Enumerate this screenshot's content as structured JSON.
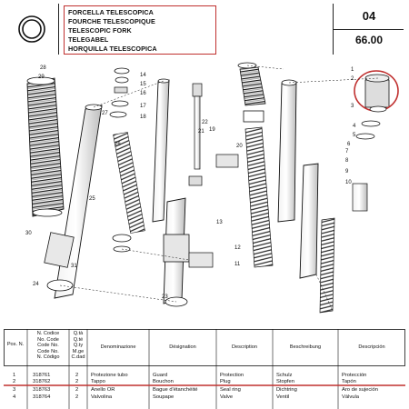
{
  "header": {
    "titles": [
      "FORCELLA TELESCOPICA",
      "FOURCHE TELESCOPIQUE",
      "TELESCOPIC FORK",
      "TELEGABEL",
      "HORQUILLA TELESCOPICA"
    ],
    "section": "04",
    "page_code": "66.00"
  },
  "drawing": {
    "callouts": [
      "1",
      "2",
      "3",
      "4",
      "5",
      "6",
      "7",
      "8",
      "9",
      "10",
      "11",
      "12",
      "13",
      "14",
      "15",
      "16",
      "17",
      "18",
      "19",
      "20",
      "21",
      "22",
      "23",
      "24",
      "25",
      "26",
      "27",
      "28",
      "29",
      "30",
      "31"
    ],
    "accent_color": "#c0302f"
  },
  "parts_table": {
    "headers": {
      "pos": "Pos. N.",
      "code": "N. Codice\nNo. Code\nCode No.\nCode No.\nN. Código",
      "qty": "Q.tà\nQ.té\nQ.ty\nM.ge\nC.dad",
      "it": "Denominazione",
      "fr": "Désignation",
      "en": "Description",
      "de": "Beschreibung",
      "es": "Descripción"
    },
    "rows": [
      {
        "pos": "1",
        "code": "318761",
        "qty": "2",
        "it": "Protezione tubo",
        "fr": "Guard",
        "en": "Protection",
        "de": "Schulz",
        "es": "Protección"
      },
      {
        "pos": "2",
        "code": "318762",
        "qty": "2",
        "it": "Tappo",
        "fr": "Bouchon",
        "en": "Plug",
        "de": "Stopfen",
        "es": "Tapón"
      },
      {
        "pos": "3",
        "code": "318763",
        "qty": "2",
        "it": "Anello OR",
        "fr": "Bague d'étanchéité",
        "en": "Seal ring",
        "de": "Dichtring",
        "es": "Aro de sujeción"
      },
      {
        "pos": "4",
        "code": "318764",
        "qty": "2",
        "it": "Valvolina",
        "fr": "Soupape",
        "en": "Valve",
        "de": "Ventil",
        "es": "Válvula"
      }
    ]
  }
}
